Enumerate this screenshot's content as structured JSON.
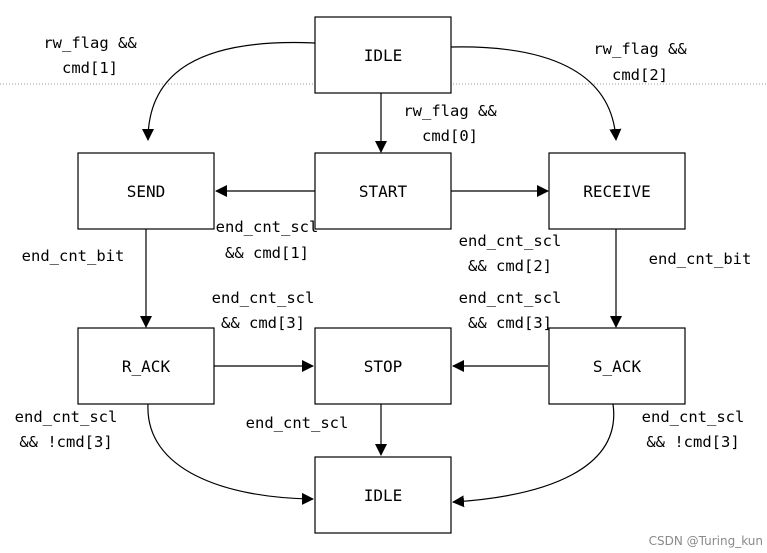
{
  "states": {
    "idle_top": "IDLE",
    "send": "SEND",
    "start": "START",
    "receive": "RECEIVE",
    "r_ack": "R_ACK",
    "stop": "STOP",
    "s_ack": "S_ACK",
    "idle_bottom": "IDLE"
  },
  "transitions": {
    "idle_to_send": [
      "rw_flag &&",
      "cmd[1]"
    ],
    "idle_to_receive": [
      "rw_flag &&",
      "cmd[2]"
    ],
    "idle_to_start": [
      "rw_flag &&",
      "cmd[0]"
    ],
    "start_to_send": [
      "end_cnt_scl",
      "&& cmd[1]"
    ],
    "start_to_receive": [
      "end_cnt_scl",
      "&& cmd[2]"
    ],
    "send_to_r_ack": "end_cnt_bit",
    "receive_to_s_ack": "end_cnt_bit",
    "r_ack_to_stop": [
      "end_cnt_scl",
      "&& cmd[3]"
    ],
    "s_ack_to_stop": [
      "end_cnt_scl",
      "&& cmd[3]"
    ],
    "r_ack_to_idle": [
      "end_cnt_scl",
      "&& !cmd[3]"
    ],
    "s_ack_to_idle": [
      "end_cnt_scl",
      "&& !cmd[3]"
    ],
    "stop_to_idle": "end_cnt_scl"
  },
  "watermark": "CSDN @Turing_kun"
}
